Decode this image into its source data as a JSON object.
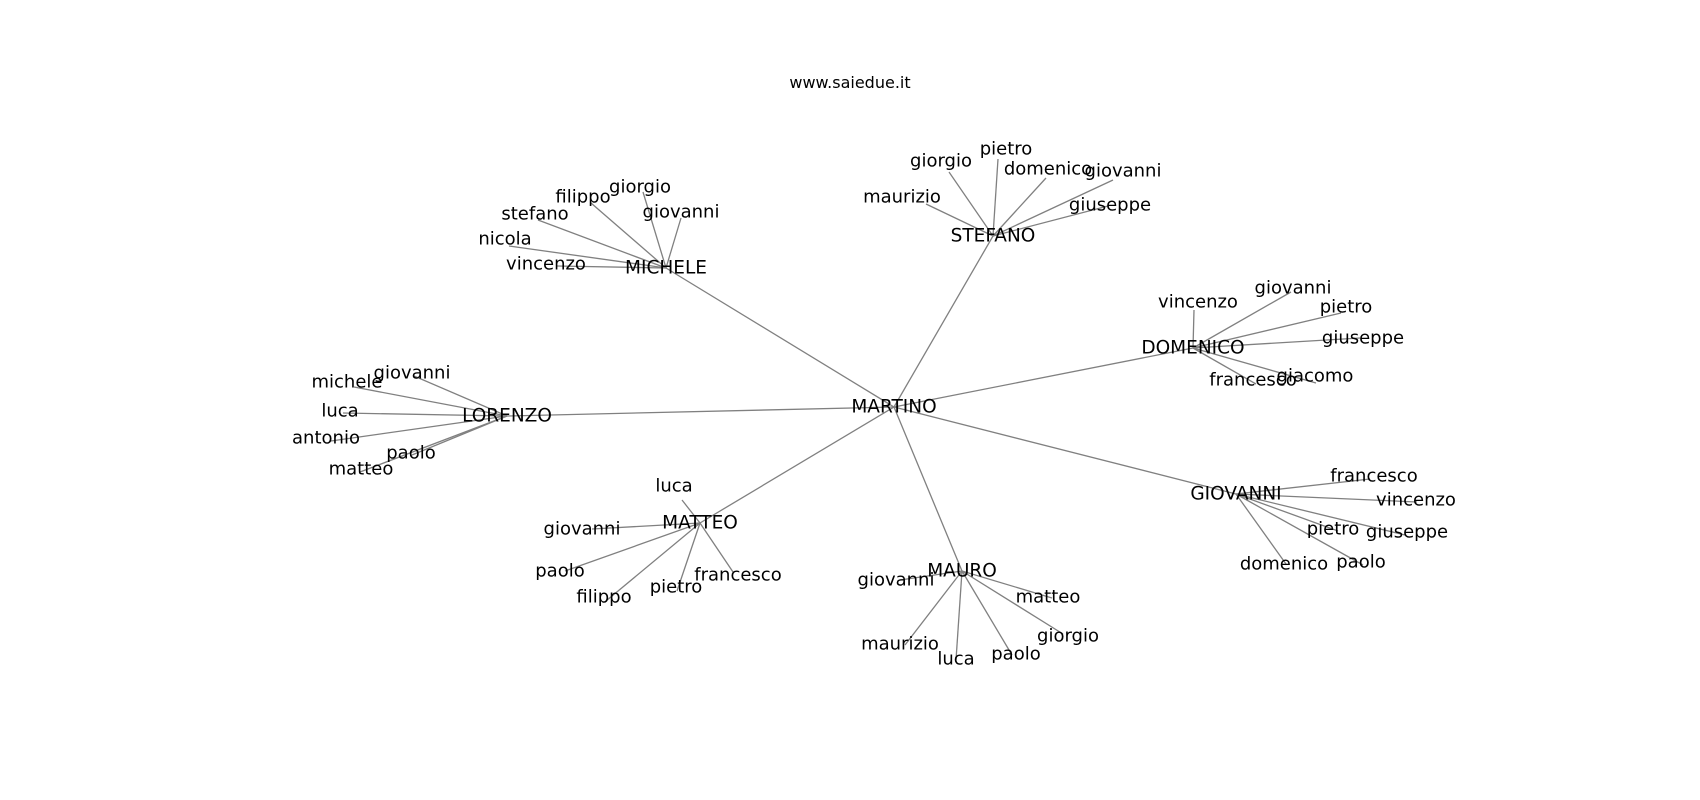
{
  "title": "www.saiedue.it",
  "colors": {
    "edge": "#808080",
    "text": "#000000",
    "background": "#ffffff"
  },
  "center": {
    "name": "MARTINO"
  },
  "groups": [
    {
      "name": "STEFANO",
      "leaves": [
        "giorgio",
        "pietro",
        "domenico",
        "giovanni",
        "maurizio",
        "giuseppe"
      ]
    },
    {
      "name": "MICHELE",
      "leaves": [
        "filippo",
        "giorgio",
        "stefano",
        "giovanni",
        "nicola",
        "vincenzo"
      ]
    },
    {
      "name": "DOMENICO",
      "leaves": [
        "vincenzo",
        "giovanni",
        "pietro",
        "giuseppe",
        "francesco",
        "giacomo"
      ]
    },
    {
      "name": "LORENZO",
      "leaves": [
        "giovanni",
        "michele",
        "luca",
        "antonio",
        "paolo",
        "matteo"
      ]
    },
    {
      "name": "GIOVANNI",
      "leaves": [
        "francesco",
        "vincenzo",
        "pietro",
        "giuseppe",
        "domenico",
        "paolo"
      ]
    },
    {
      "name": "MATTEO",
      "leaves": [
        "luca",
        "giovanni",
        "paolo",
        "filippo",
        "pietro",
        "francesco"
      ]
    },
    {
      "name": "MAURO",
      "leaves": [
        "giovanni",
        "matteo",
        "giorgio",
        "maurizio",
        "luca",
        "paolo"
      ]
    }
  ]
}
